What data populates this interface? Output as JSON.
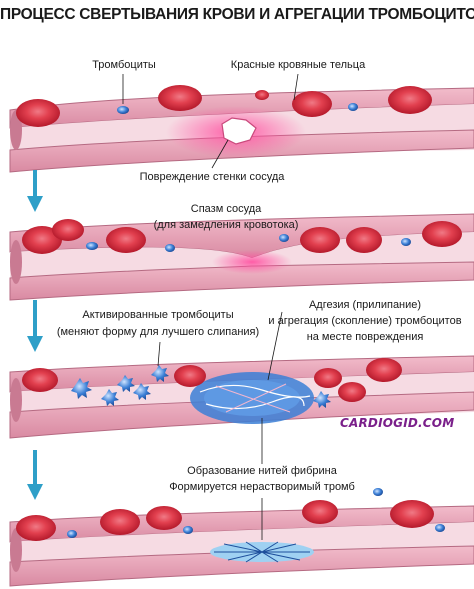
{
  "title": "ПРОЦЕСС СВЕРТЫВАНИЯ КРОВИ И АГРЕГАЦИИ ТРОМБОЦИТОВ",
  "labels": {
    "platelets": "Тромбоциты",
    "red_cells": "Красные кровяные тельца",
    "wall_damage": "Повреждение стенки сосуда",
    "spasm_line1": "Спазм сосуда",
    "spasm_line2": "(для замедления кровотока)",
    "activated_line1": "Активированные тромбоциты",
    "activated_line2": "(меняют форму для лучшего слипания)",
    "adhesion_line1": "Адгезия (прилипание)",
    "adhesion_line2": "и агрегация (скопление) тромбоцитов",
    "adhesion_line3": "на месте повреждения",
    "fibrin_line1": "Образование нитей фибрина",
    "fibrin_line2": "Формируется нерастворимый тромб"
  },
  "watermark": "CARDIOGID.COM",
  "colors": {
    "vessel_wall": "#e8a3b7",
    "vessel_lumen": "#f6dbe3",
    "red_cell": "#d52a3b",
    "platelet": "#3b7fd6",
    "arrow": "#2e9fc8",
    "injury_glow": "#e6347f"
  },
  "stages": [
    "injury",
    "spasm",
    "aggregation",
    "fibrin_clot"
  ]
}
